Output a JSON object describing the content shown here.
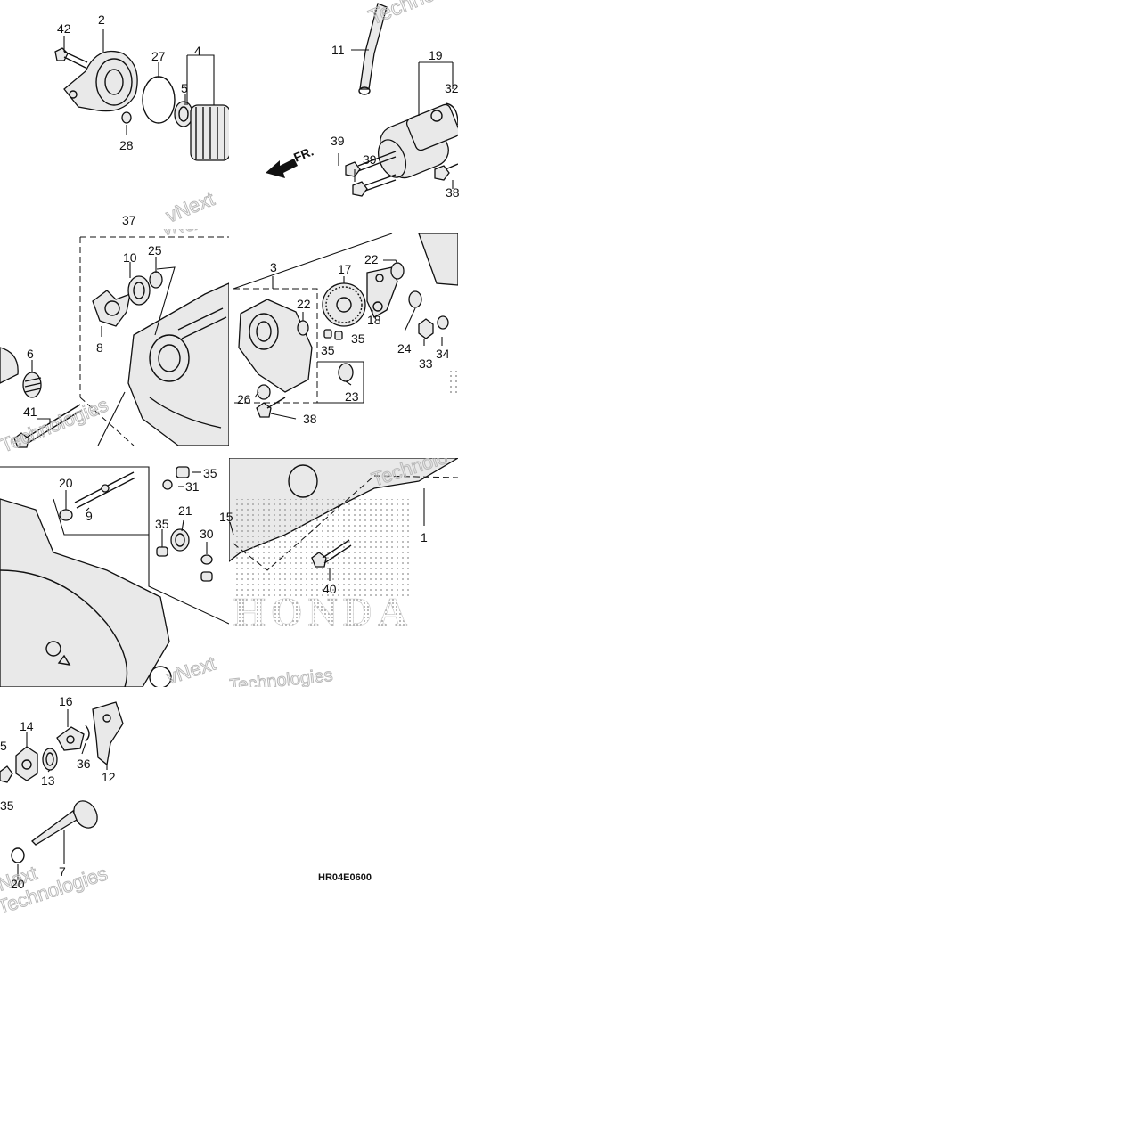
{
  "diagram": {
    "callouts": [
      "42",
      "2",
      "27",
      "4",
      "5",
      "28",
      "11",
      "19",
      "32",
      "39",
      "39",
      "38",
      "37",
      "10",
      "25",
      "8",
      "6",
      "41",
      "3",
      "17",
      "22",
      "22",
      "18",
      "24",
      "33",
      "34",
      "35",
      "35",
      "23",
      "26",
      "38",
      "20",
      "9",
      "35",
      "31",
      "35",
      "21",
      "30",
      "15",
      "1",
      "40",
      "14",
      "16",
      "5",
      "36",
      "13",
      "12",
      "35",
      "7",
      "20"
    ],
    "reference_code": "HR04E0600",
    "direction_label": "FR.",
    "brand_text": "HONDA",
    "watermark_texts": [
      "Technologies",
      "vNext Tec",
      "Technologies",
      "Next",
      "Technologies",
      "Technologies",
      "vNext Tec",
      "Technologies",
      "Next",
      "Technologies"
    ]
  }
}
